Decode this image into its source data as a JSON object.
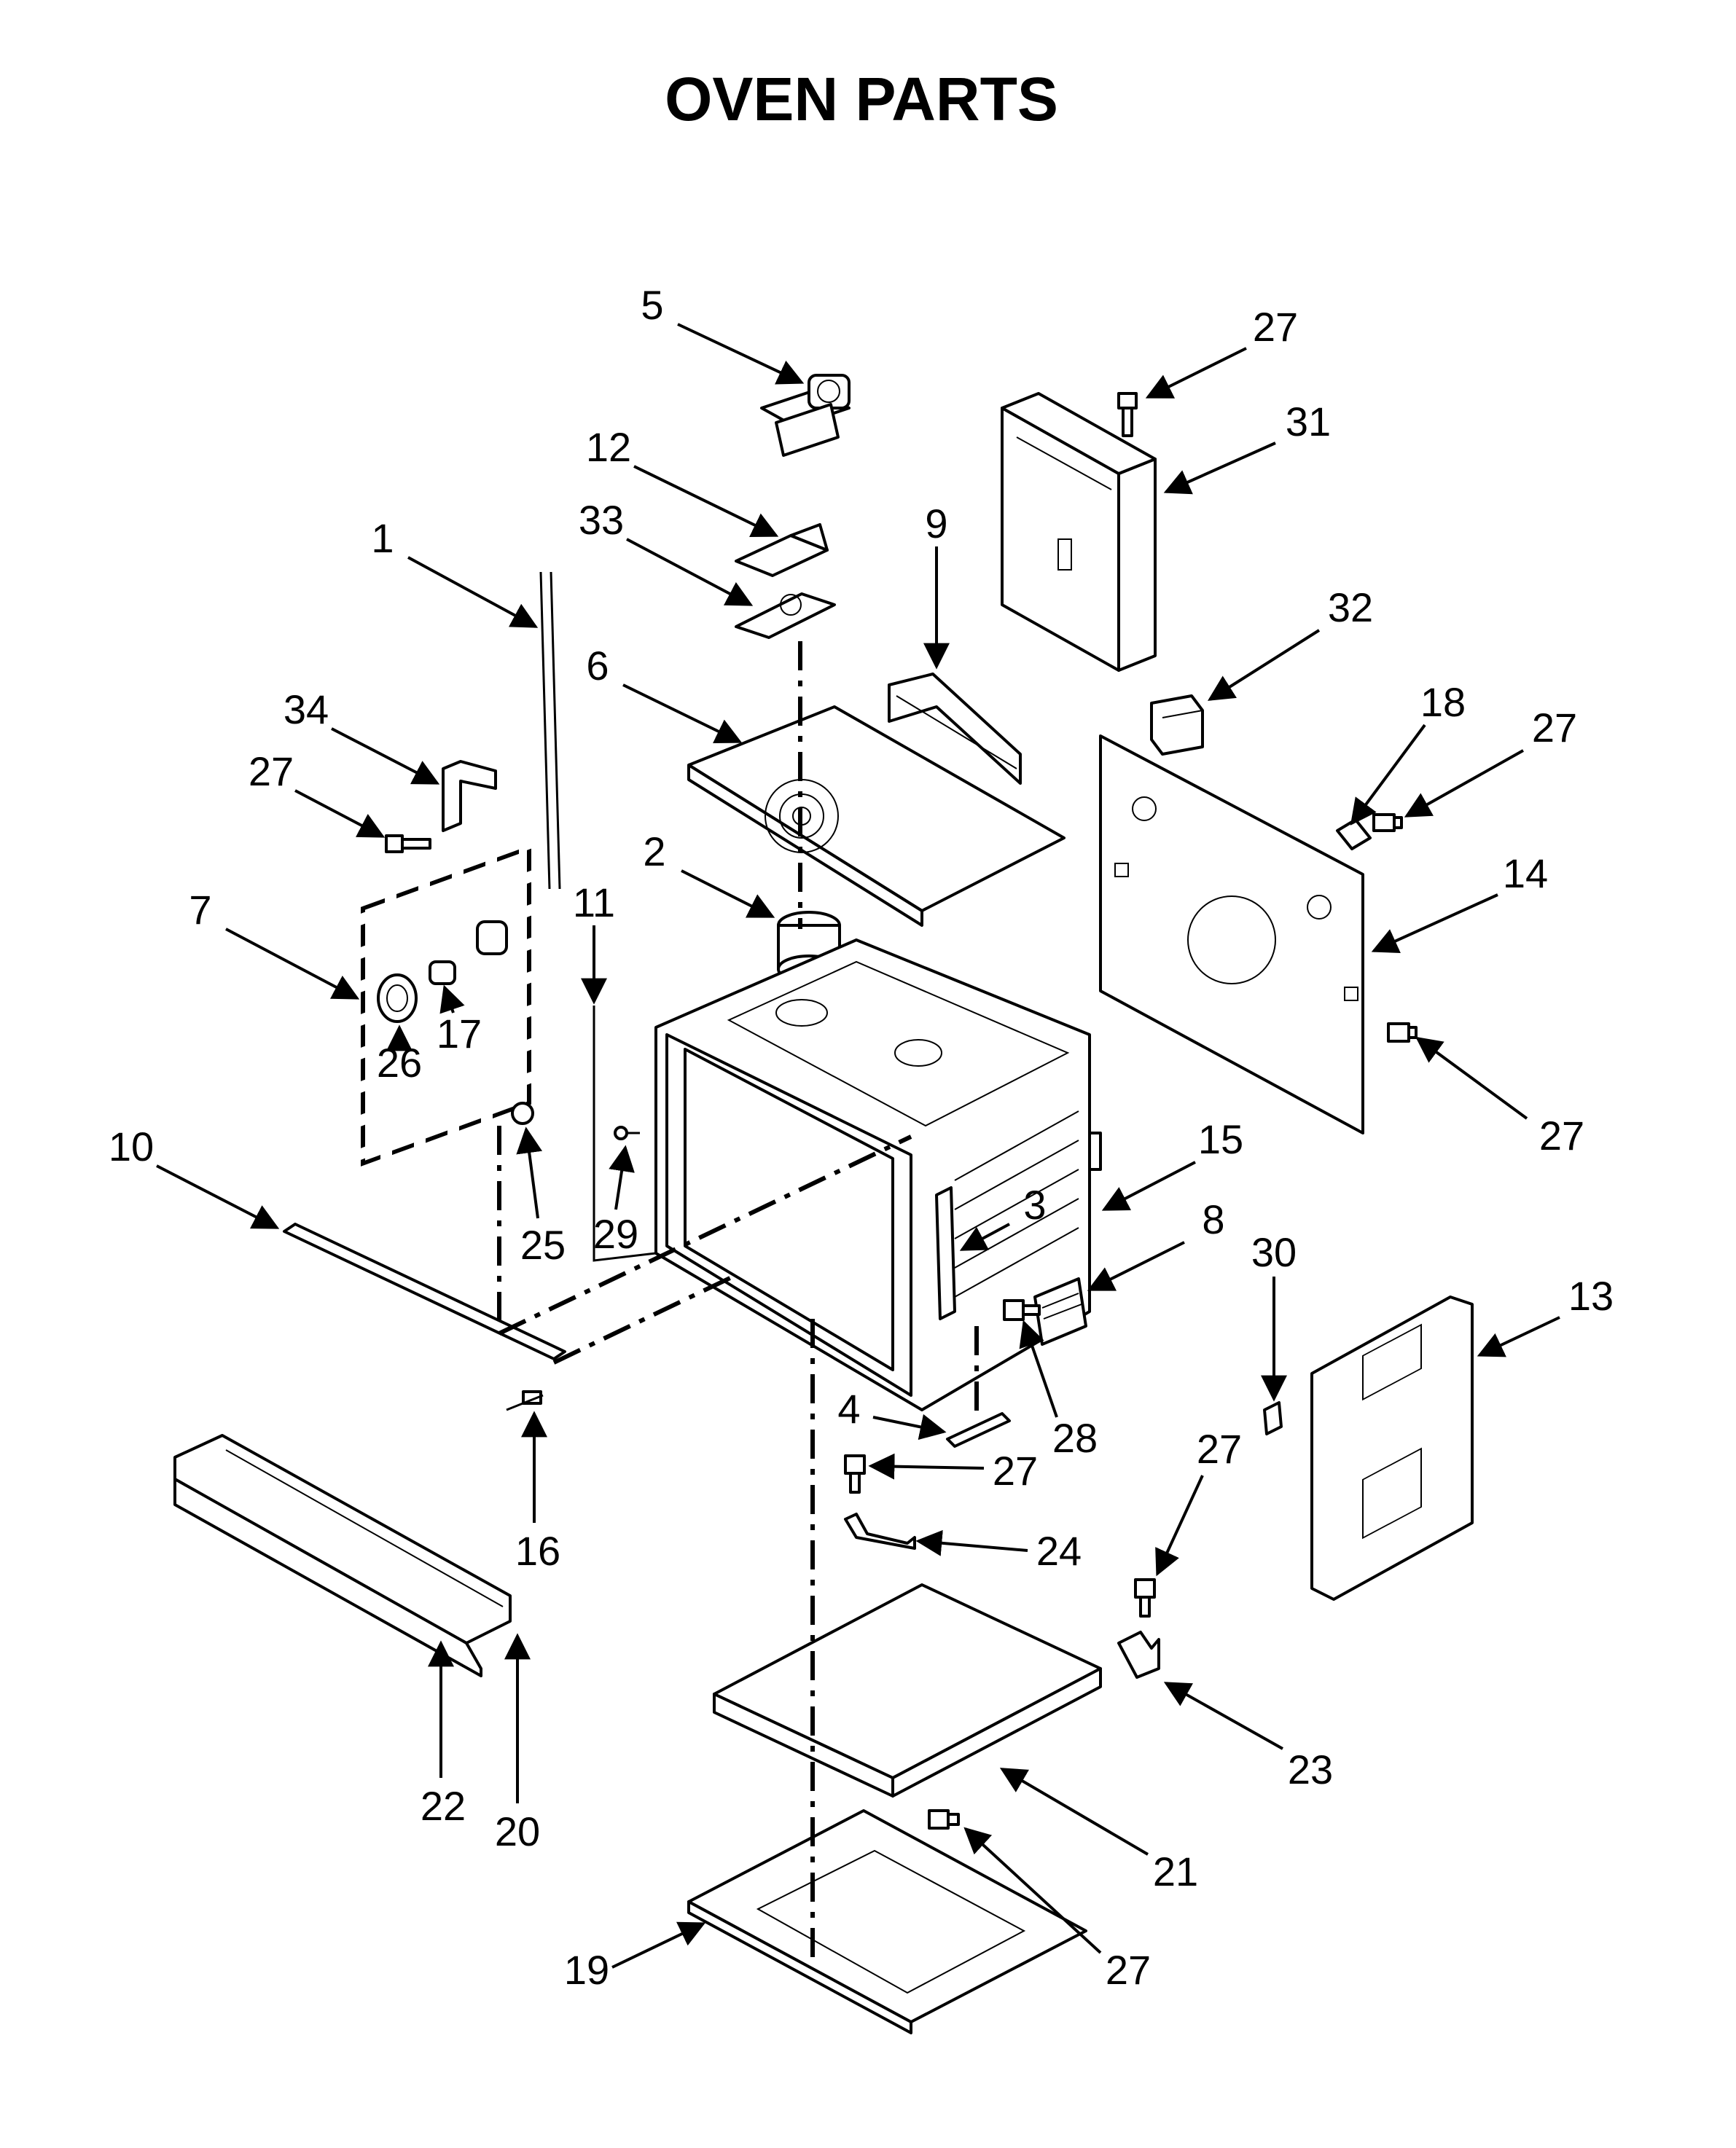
{
  "title": "OVEN PARTS",
  "callouts": [
    {
      "id": "c5",
      "label": "5"
    },
    {
      "id": "c27a",
      "label": "27"
    },
    {
      "id": "c31",
      "label": "31"
    },
    {
      "id": "c12",
      "label": "12"
    },
    {
      "id": "c33",
      "label": "33"
    },
    {
      "id": "c9",
      "label": "9"
    },
    {
      "id": "c1",
      "label": "1"
    },
    {
      "id": "c32",
      "label": "32"
    },
    {
      "id": "c6",
      "label": "6"
    },
    {
      "id": "c34",
      "label": "34"
    },
    {
      "id": "c18",
      "label": "18"
    },
    {
      "id": "c27b",
      "label": "27"
    },
    {
      "id": "c27c",
      "label": "27"
    },
    {
      "id": "c2",
      "label": "2"
    },
    {
      "id": "c14",
      "label": "14"
    },
    {
      "id": "c7",
      "label": "7"
    },
    {
      "id": "c11",
      "label": "11"
    },
    {
      "id": "c26",
      "label": "26"
    },
    {
      "id": "c17",
      "label": "17"
    },
    {
      "id": "c27d",
      "label": "27"
    },
    {
      "id": "c10",
      "label": "10"
    },
    {
      "id": "c15",
      "label": "15"
    },
    {
      "id": "c3",
      "label": "3"
    },
    {
      "id": "c25",
      "label": "25"
    },
    {
      "id": "c29",
      "label": "29"
    },
    {
      "id": "c8",
      "label": "8"
    },
    {
      "id": "c30",
      "label": "30"
    },
    {
      "id": "c13",
      "label": "13"
    },
    {
      "id": "c4",
      "label": "4"
    },
    {
      "id": "c28",
      "label": "28"
    },
    {
      "id": "c27e",
      "label": "27"
    },
    {
      "id": "c27f",
      "label": "27"
    },
    {
      "id": "c16",
      "label": "16"
    },
    {
      "id": "c24",
      "label": "24"
    },
    {
      "id": "c22",
      "label": "22"
    },
    {
      "id": "c20",
      "label": "20"
    },
    {
      "id": "c23",
      "label": "23"
    },
    {
      "id": "c21",
      "label": "21"
    },
    {
      "id": "c27g",
      "label": "27"
    },
    {
      "id": "c19",
      "label": "19"
    }
  ]
}
